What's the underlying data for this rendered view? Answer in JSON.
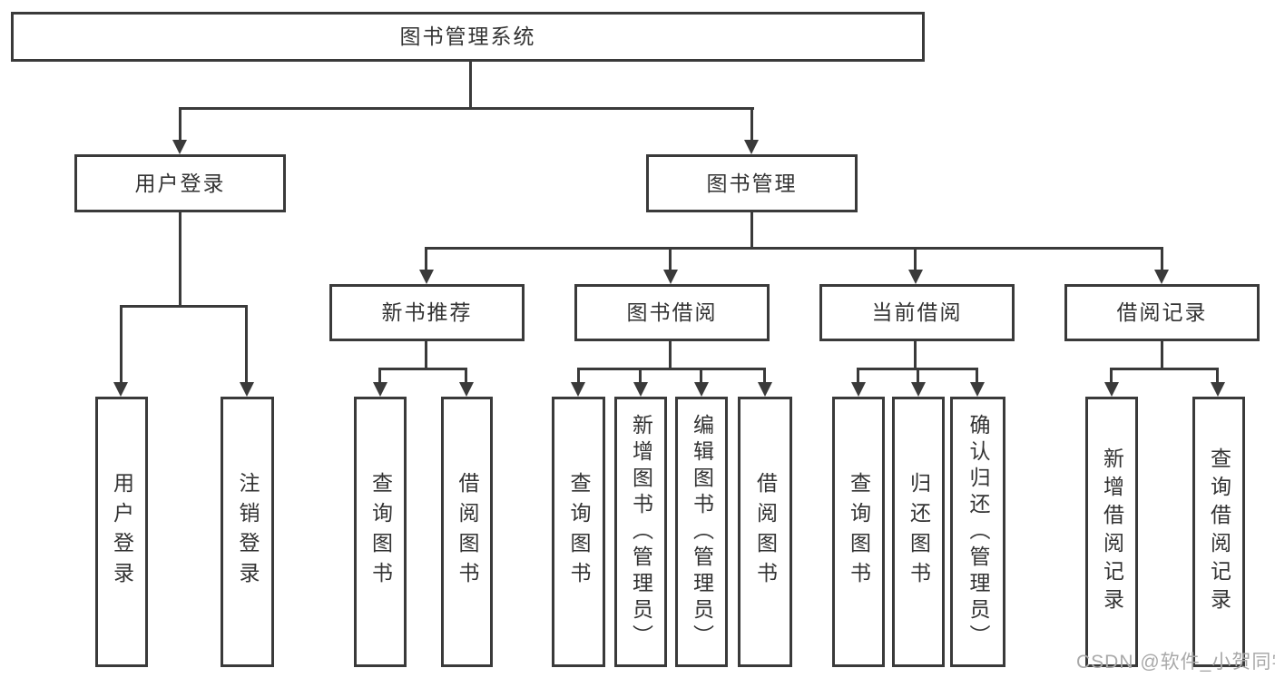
{
  "diagram": {
    "root": {
      "label": "图书管理系统"
    },
    "level2": {
      "user_login": {
        "label": "用户登录"
      },
      "book_mgmt": {
        "label": "图书管理"
      }
    },
    "level3": {
      "new_book_rec": {
        "label": "新书推荐"
      },
      "book_borrow": {
        "label": "图书借阅"
      },
      "current_borrow": {
        "label": "当前借阅"
      },
      "borrow_records": {
        "label": "借阅记录"
      }
    },
    "leaves": {
      "user_login": {
        "label": "用户登录"
      },
      "logout": {
        "label": "注销登录"
      },
      "query_books_1": {
        "label": "查询图书"
      },
      "borrow_books_1": {
        "label": "借阅图书"
      },
      "query_books_2": {
        "label": "查询图书"
      },
      "add_book_admin": {
        "label": "新增图书（管理员）"
      },
      "edit_book_admin": {
        "label": "编辑图书（管理员）"
      },
      "borrow_books_2": {
        "label": "借阅图书"
      },
      "query_books_3": {
        "label": "查询图书"
      },
      "return_book": {
        "label": "归还图书"
      },
      "confirm_return_admin": {
        "label": "确认归还（管理员）"
      },
      "add_borrow_record": {
        "label": "新增借阅记录"
      },
      "query_borrow_record": {
        "label": "查询借阅记录"
      }
    }
  },
  "watermark": "CSDN @软件_小贺同学",
  "colors": {
    "line": "#3a3a3a",
    "text": "#333333",
    "watermark": "#a9a9a9",
    "background": "#ffffff"
  }
}
